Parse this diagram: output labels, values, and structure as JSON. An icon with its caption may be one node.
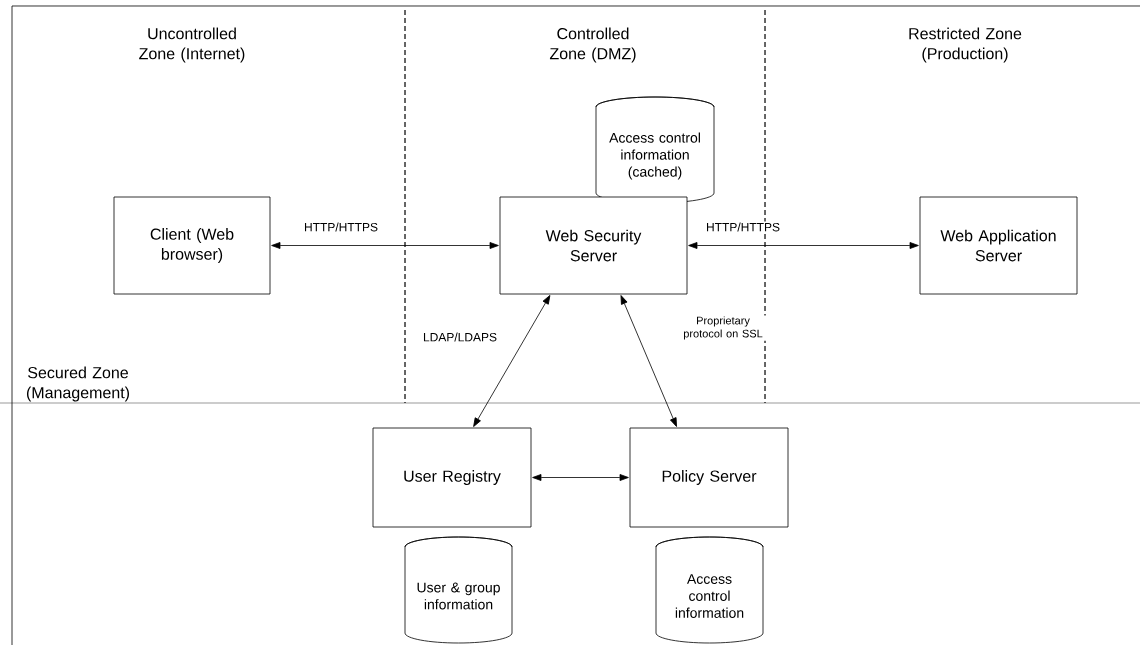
{
  "diagram": {
    "nodes": [
      {
        "text": [
          "Client (Web browser)"
        ]
      },
      {
        "text": [
          "Web Security Server"
        ]
      },
      {
        "text": [
          "Web Application Server"
        ]
      },
      {
        "text": [
          "Access control information (cached)"
        ]
      },
      {
        "text": [
          "User Registry"
        ]
      },
      {
        "text": [
          "Policy Server"
        ]
      },
      {
        "text": [
          "User & group information"
        ]
      },
      {
        "text": [
          "Access control information"
        ]
      }
    ],
    "edges": [
      {
        "from": 0,
        "to": 1,
        "arrow": "both",
        "label": "HTTP/HTTPS"
      },
      {
        "from": 1,
        "to": 2,
        "arrow": "both",
        "label": "HTTP/HTTPS"
      },
      {
        "from": 1,
        "to": 4,
        "arrow": "both",
        "label": "LDAP/LDAPS"
      },
      {
        "from": 1,
        "to": 5,
        "arrow": "both",
        "label": "Proprietary protocol on SSL"
      },
      {
        "from": 4,
        "to": 5,
        "arrow": "both"
      }
    ],
    "labels": [
      "Uncontrolled Zone (Internet)",
      "Controlled Zone (DMZ)",
      "Restricted Zone (Production)",
      "Secured Zone (Management)"
    ]
  }
}
